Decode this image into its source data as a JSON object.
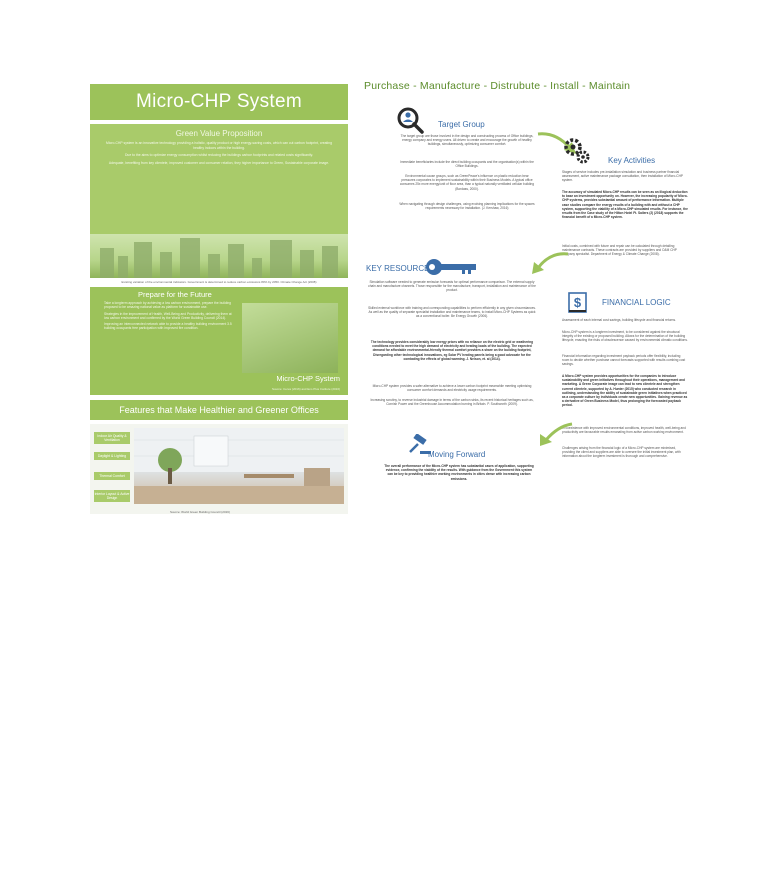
{
  "left": {
    "title": "Micro-CHP System",
    "gvp": {
      "heading": "Green Value Proposition",
      "p1": "Micro-CHP system is an innovative technology providing a holistic, quality product or high energy-saving costs, which can cut carbon footprint, creating healthy indoors within the building.",
      "p2": "Due to the aims to optimize energy consumption whilst reducing the buildings carbon footprints and related costs significantly.",
      "p3": "Adequate, benefiting from key clientele, improved customer and consumer relation, they higher importance to Green, Sustainable corporate image.",
      "caption": "Existing variation of the environmental indicators. Government is determined to reduce carbon emissions 80% by 2050. Climate Change Act (2008)"
    },
    "pff": {
      "heading": "Prepare for the Future",
      "p1": "Take a longterm approach by achieving a low carbon environment, prepare the building proposed to be amazing national value as platform for sustainable use.",
      "p2": "Strategies in the improvement of Health, Well-Being and Productivity, delivering them at low carbon environment and confirmed by the World Green Building Council (2014).",
      "p3": "Improving an interconnected network able to provide a healthy building environment 3.5 building occupants free participation with improved fire condition.",
      "note": "Micro-CHP System",
      "source": "Source: Ceres (2016) and Eco Plus Institute (2016)"
    },
    "features": {
      "heading": "Features that Make Healthier and Greener Offices",
      "labels": [
        "Indoor Air Quality & Ventilation",
        "Daylight & Lighting",
        "Thermal Comfort",
        "Interior Layout & Active Design"
      ],
      "caption": "Source: World Green Building Council (2016)"
    }
  },
  "right": {
    "slogan": "Purchase - Manufacture - Distrubute - Install - Maintain",
    "target": {
      "title": "Target Group",
      "p1": "The target group are those involved in the design and constructing process of Office buildings, energy company and energy users. All driven to create and encourage the growth of healthy buildings, simultaneously, optimizing consumer comfort.",
      "p2": "Immediate beneficiaries include the direct building occupants and the organisation(s) within the Office Buildings.",
      "p3": "Environmental cause groups, such as GreenPeace's influence on plastic reduction bear pressures corporates to implement sustainability within their Business Models. A typical office consumes 25x more energy/unit of floor area, than a typical naturally ventilated cellular building (Bordass, 2000).",
      "p4": "When navigating through design challenges, using evolving planning implications for the spaces requirements necessary for installation. (J. Kershaw, 2016)"
    },
    "activities": {
      "title": "Key Activities",
      "p1": "Stages of service includes pre-installation simulation and business partner financial assessment, active maintenance package consultation, then installation of Micro-CHP system.",
      "p2": "The accuracy of simulated Micro-CHP results can be seen as an illogical deduction to base an investment opportunity on. However, the increasing popularity of Micro-CHP systems, provides substantial amount of performance information. Multiple case studies compare the energy results of a building with and without a CHP system, supporting the viability of a Micro-CHP simulated results. For instance, the results from the Case study of the Hilton Hotel Ft. Sailers (2) (2018) supports the financial benefit of a Micro-CHP system.",
      "p3": "Initial costs, combined with future and repair can be calculated through detailing maintenance contracts. These contracts are provided by suppliers and O&M CHP company specialist. Department of Energy & Climate Change (2008)."
    },
    "resources": {
      "title": "KEY RESOURCES",
      "p1": "Simulation software needed to generate emission forecasts for optimal performance comparison. The external supply chain and manufacture channels. Those responsible for the manufacture, transport, installation and maintenance of the product.",
      "p2": "Skilled external workforce with training and corresponding capabilities to perform efficiently in any given circumstances. As well as the quality of separate specialist installation and maintenance teams, to install Micro-CHP Systems as quick as a conventional boiler. Be Energy Growth (2006).",
      "p3": "The technology provides considerably low energy prices with no reliance on the electric grid or weathering conditions needed to meet the high demand of electricity and heating loads of the building. The expected demand for affordable environmental-friendly thermal comfort provides a share on the building footprint, Disregarding other technological innovations, eg Solar PV heating panels being a good advocate for the combating the effects of global warming. J. Nelson, et. al (2014).",
      "p4": "Micro-CHP system provides a safer alternative to achieve a lower carbon footprint meanwhile meeting optimising consumer comfort demands and electricity usage requirements.",
      "p5": "Increasing scrutiny, to reverse industrial damage in terms of the carbon sinks, its recent historical heritages such as, Cornish Power and the Greenhouse Accommodation burning in Britain. P. Southworth (2009)."
    },
    "finance": {
      "title": "FINANCIAL LOGIC",
      "p1": "Assessment of each internal cost savings, building lifecycle and financial returns.",
      "p2": "Micro-CHP system is a longterm investment, to be considered against the structural integrity of the existing or proposed building. Allows for the determination of the building lifecycle, enacting the risks of obsolescence caused by environmental climatic conditions.",
      "p3": "Financial information regarding investment payback periods offer flexibility, including room to decide whether purchase cannot forecasts supported with results combing cost savings.",
      "p4": "A Micro-CHP system provides opportunities for the companies to introduce sustainability and green initiatives throughout their operations, management and marketing. A Green Corporate image can lead to new clientele and strengthen current clientele, supported by A. Hunter (2015) who conducted research in outlining, understanding the ability of sustainable green initiatives when practiced as a corporate culture by individuals create new opportunities. Gaining revenue as a derivative of Green Business Model, thus prolonging the forecasted payback period.",
      "p5": "In coexistence with improved environmental conditions, improved health, well-being and productivity are favourable results emanating from active carbon working environment.",
      "p6": "Challenges arising from the financial logic of a Micro-CHP system are minimised, providing the client and suppliers are able to oversee the initial investment plan, with information about the longterm investment is thorough and comprehensive."
    },
    "forward": {
      "title": "Moving Forward",
      "p1": "The overall performance of the Micro-CHP system has substantial cases of application, supporting evidence, confirming the viability of the results. With guidance from the Government this system can be key to providing healthier working environments in cities dense with increasing carbon emissions."
    }
  },
  "colors": {
    "green": "#9cc25a",
    "blue": "#3b6da8",
    "slogan": "#5b8c2a"
  }
}
